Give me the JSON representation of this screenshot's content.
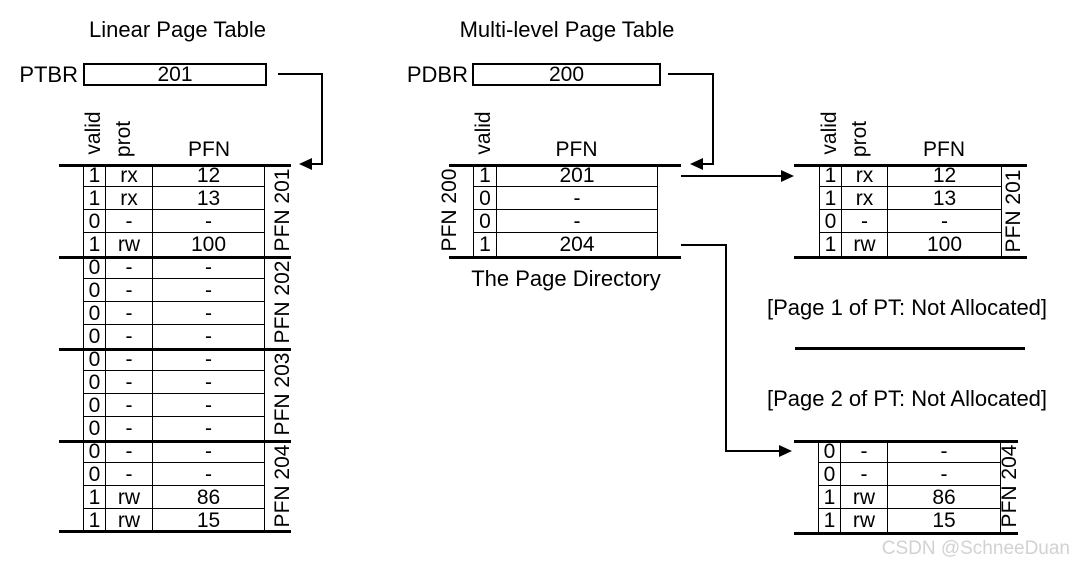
{
  "titles": {
    "linear": "Linear Page Table",
    "multilevel": "Multi-level Page Table"
  },
  "registers": {
    "ptbr": {
      "label": "PTBR",
      "value": "201"
    },
    "pdbr": {
      "label": "PDBR",
      "value": "200"
    }
  },
  "column_headers": {
    "valid": "valid",
    "prot": "prot",
    "pfn": "PFN"
  },
  "linear_page_table": {
    "group_labels": [
      "PFN 201",
      "PFN 202",
      "PFN 203",
      "PFN 204"
    ],
    "rows": [
      [
        "1",
        "rx",
        "12"
      ],
      [
        "1",
        "rx",
        "13"
      ],
      [
        "0",
        "-",
        "-"
      ],
      [
        "1",
        "rw",
        "100"
      ],
      [
        "0",
        "-",
        "-"
      ],
      [
        "0",
        "-",
        "-"
      ],
      [
        "0",
        "-",
        "-"
      ],
      [
        "0",
        "-",
        "-"
      ],
      [
        "0",
        "-",
        "-"
      ],
      [
        "0",
        "-",
        "-"
      ],
      [
        "0",
        "-",
        "-"
      ],
      [
        "0",
        "-",
        "-"
      ],
      [
        "0",
        "-",
        "-"
      ],
      [
        "0",
        "-",
        "-"
      ],
      [
        "1",
        "rw",
        "86"
      ],
      [
        "1",
        "rw",
        "15"
      ]
    ]
  },
  "page_directory": {
    "side_label": "PFN 200",
    "caption": "The Page Directory",
    "rows": [
      [
        "1",
        "201"
      ],
      [
        "0",
        "-"
      ],
      [
        "0",
        "-"
      ],
      [
        "1",
        "204"
      ]
    ]
  },
  "pt_page_pfn201": {
    "side_label": "PFN 201",
    "rows": [
      [
        "1",
        "rx",
        "12"
      ],
      [
        "1",
        "rx",
        "13"
      ],
      [
        "0",
        "-",
        "-"
      ],
      [
        "1",
        "rw",
        "100"
      ]
    ]
  },
  "pt_page_pfn204": {
    "side_label": "PFN 204",
    "rows": [
      [
        "0",
        "-",
        "-"
      ],
      [
        "0",
        "-",
        "-"
      ],
      [
        "1",
        "rw",
        "86"
      ],
      [
        "1",
        "rw",
        "15"
      ]
    ]
  },
  "annotations": {
    "page1_not_allocated": "[Page 1 of PT: Not Allocated]",
    "page2_not_allocated": "[Page 2 of PT: Not Allocated]"
  },
  "watermark": "CSDN @SchneeDuan",
  "colors": {
    "ink": "#000000",
    "background": "#ffffff",
    "watermark": "#d2d2d2"
  }
}
